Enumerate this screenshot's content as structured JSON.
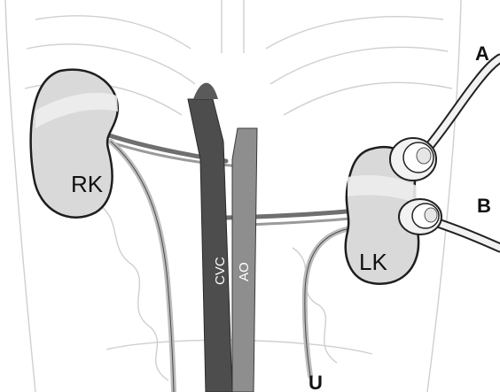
{
  "labels": {
    "right_kidney": "RK",
    "left_kidney": "LK",
    "vena_cava": "CVC",
    "aorta": "AO",
    "callout_a": "A",
    "callout_b": "B",
    "callout_u": "U"
  },
  "colors": {
    "background": "#ffffff",
    "body_outline": "#c9c9c9",
    "ribs": "#d6d6d6",
    "kidney_fill": "#d8d8d8",
    "kidney_highlight": "#ececec",
    "kidney_outline": "#222222",
    "vena_cava": "#4a4a4a",
    "aorta": "#8c8c8c",
    "vessel_light": "#bdbdbd",
    "device_fill": "#f2f2f2",
    "device_outline": "#222222"
  }
}
